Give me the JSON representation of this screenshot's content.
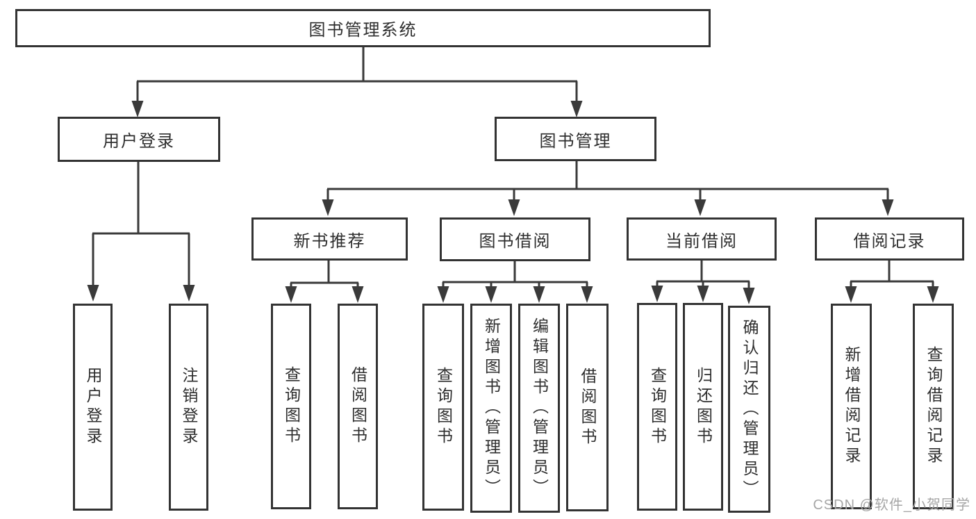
{
  "tree": {
    "label": "图书管理系统",
    "children": [
      {
        "label": "用户登录",
        "children": [
          {
            "label": "用户登录"
          },
          {
            "label": "注销登录"
          }
        ]
      },
      {
        "label": "图书管理",
        "children": [
          {
            "label": "新书推荐",
            "children": [
              {
                "label": "查询图书"
              },
              {
                "label": "借阅图书"
              }
            ]
          },
          {
            "label": "图书借阅",
            "children": [
              {
                "label": "查询图书"
              },
              {
                "label": "新增图书（管理员）"
              },
              {
                "label": "编辑图书（管理员）"
              },
              {
                "label": "借阅图书"
              }
            ]
          },
          {
            "label": "当前借阅",
            "children": [
              {
                "label": "查询图书"
              },
              {
                "label": "归还图书"
              },
              {
                "label": "确认归还（管理员）"
              }
            ]
          },
          {
            "label": "借阅记录",
            "children": [
              {
                "label": "新增借阅记录"
              },
              {
                "label": "查询借阅记录"
              }
            ]
          }
        ]
      }
    ]
  },
  "watermark": "CSDN @软件_小贺同学",
  "colors": {
    "line": "#3a3a3a",
    "box_border": "#333333",
    "text": "#2e2e2e",
    "watermark": "#a6a6a6",
    "background": "#ffffff"
  }
}
